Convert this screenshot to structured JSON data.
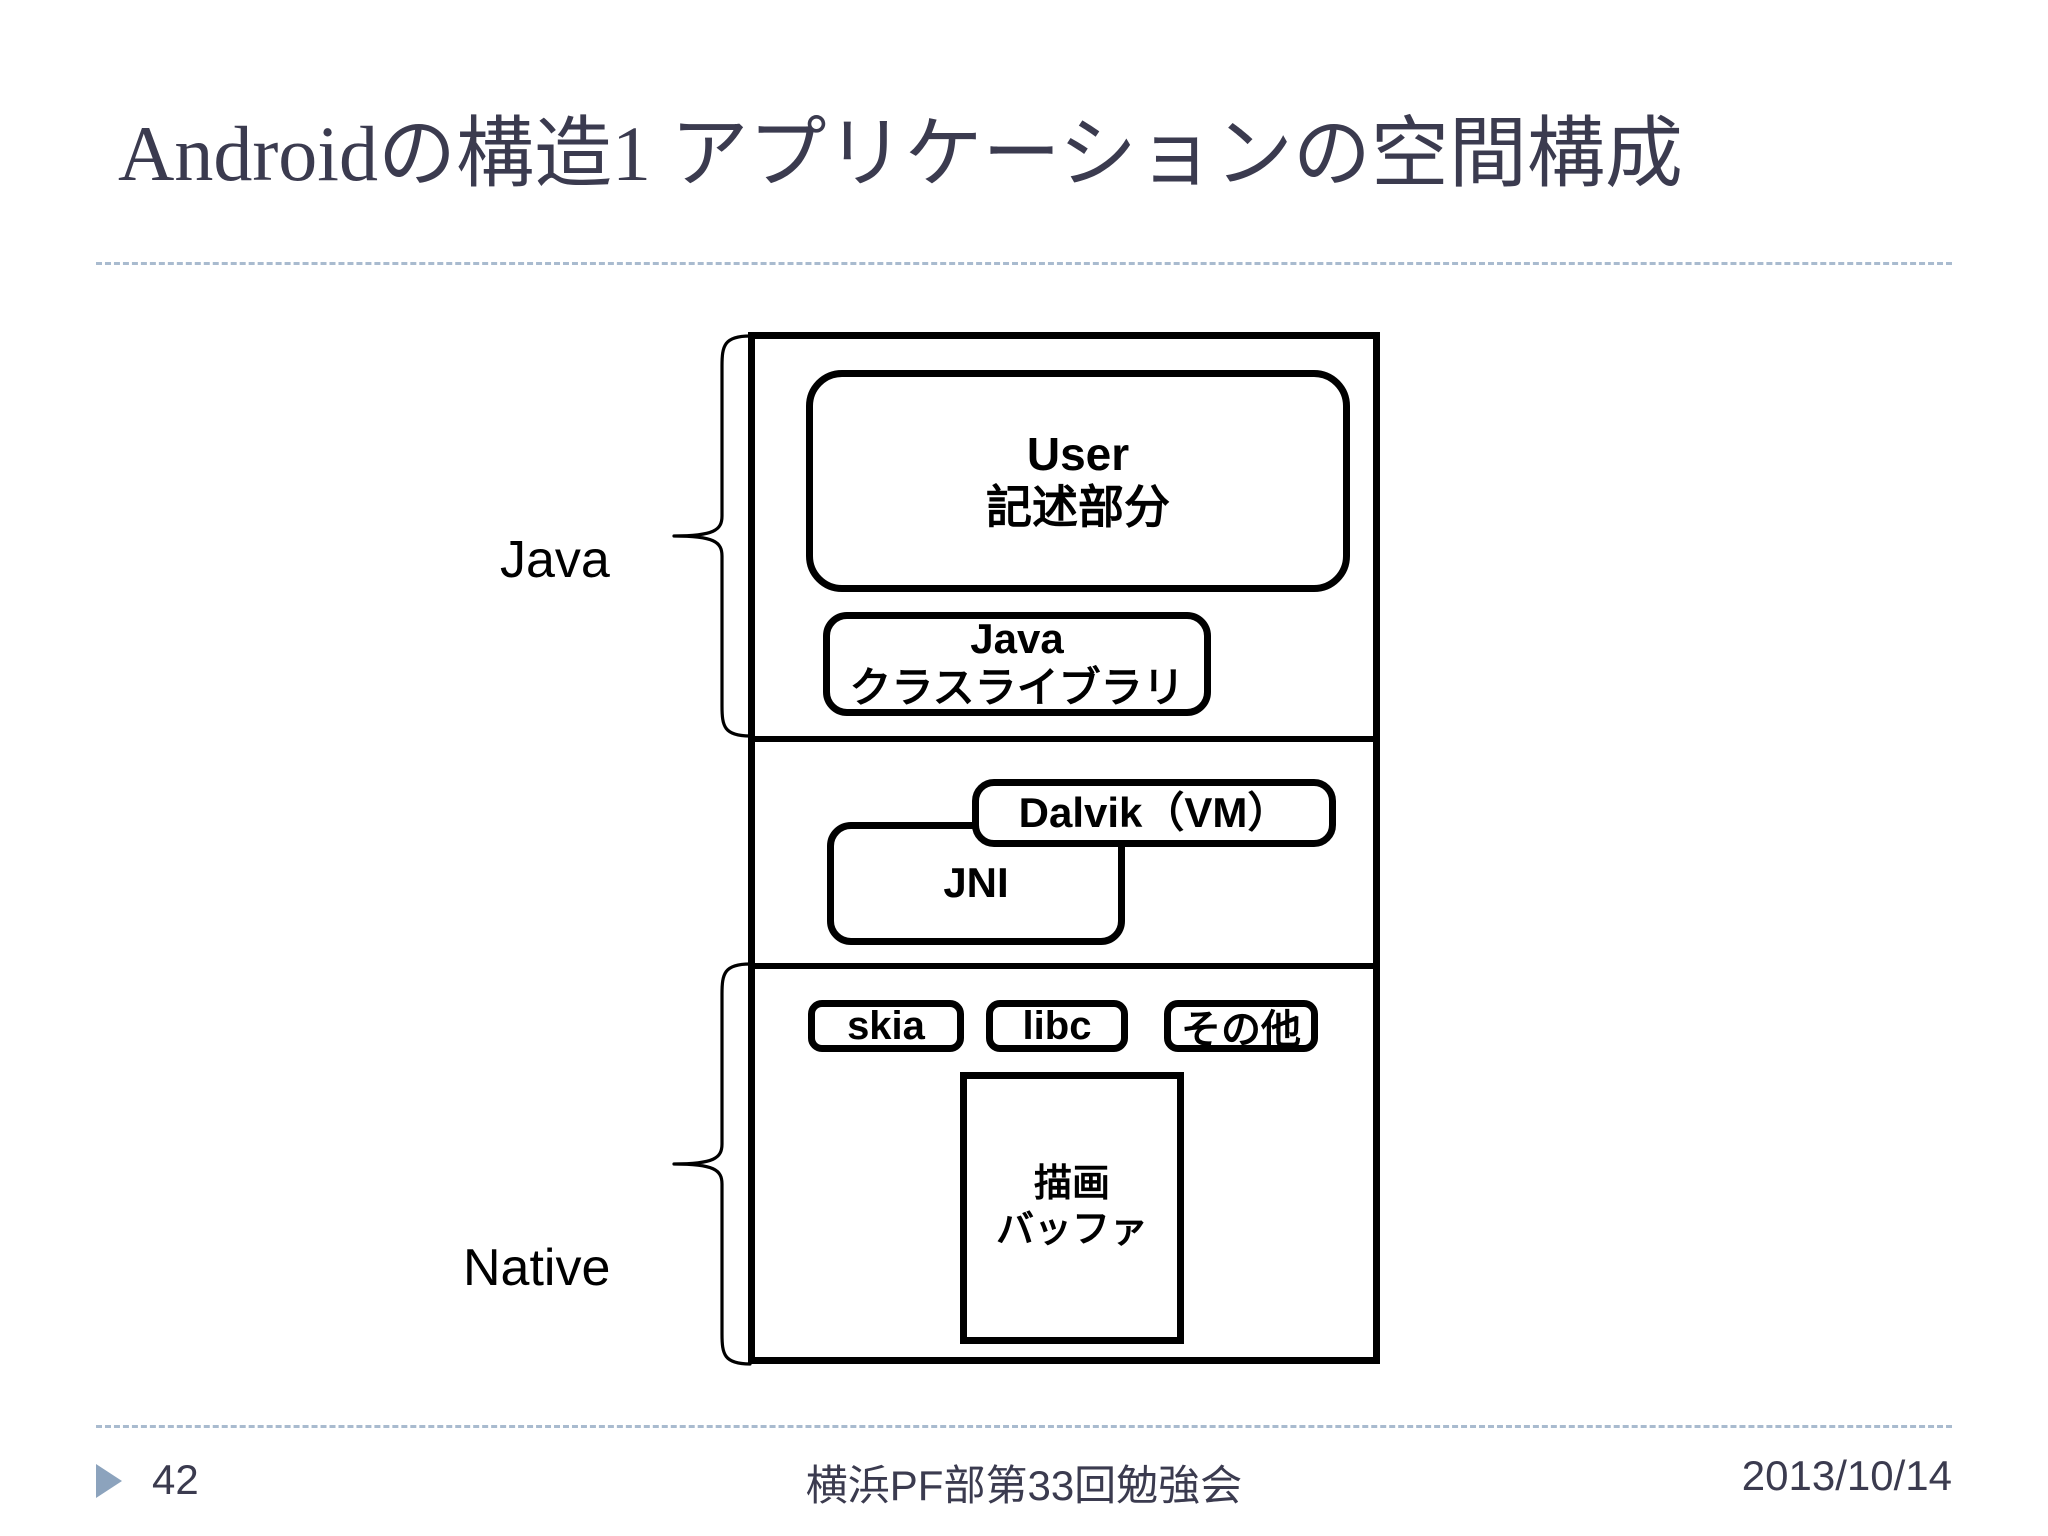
{
  "slide": {
    "title": "Androidの構造1 アプリケーションの空間構成",
    "accent_color": "#3b3b4f",
    "rule_color": "#9bb0c7",
    "line_color": "#000000"
  },
  "diagram": {
    "side_labels": {
      "java": "Java",
      "native": "Native"
    },
    "layers": [
      {
        "id": "java-layer",
        "boxes": [
          {
            "id": "user",
            "lines": [
              "User",
              "記述部分"
            ]
          },
          {
            "id": "java-class-library",
            "lines": [
              "Java",
              "クラスライブラリ"
            ]
          }
        ]
      },
      {
        "id": "vm-layer",
        "boxes": [
          {
            "id": "dalvik",
            "lines": [
              "Dalvik（VM）"
            ]
          },
          {
            "id": "jni",
            "lines": [
              "JNI"
            ]
          }
        ]
      },
      {
        "id": "native-layer",
        "boxes": [
          {
            "id": "skia",
            "lines": [
              "skia"
            ]
          },
          {
            "id": "libc",
            "lines": [
              "libc"
            ]
          },
          {
            "id": "other",
            "lines": [
              "その他"
            ]
          },
          {
            "id": "draw-buffer",
            "lines": [
              "描画",
              "バッファ"
            ]
          }
        ]
      }
    ]
  },
  "footer": {
    "page_number": "42",
    "event": "横浜PF部第33回勉強会",
    "date": "2013/10/14",
    "bullet_icon": "triangle-right-icon"
  }
}
